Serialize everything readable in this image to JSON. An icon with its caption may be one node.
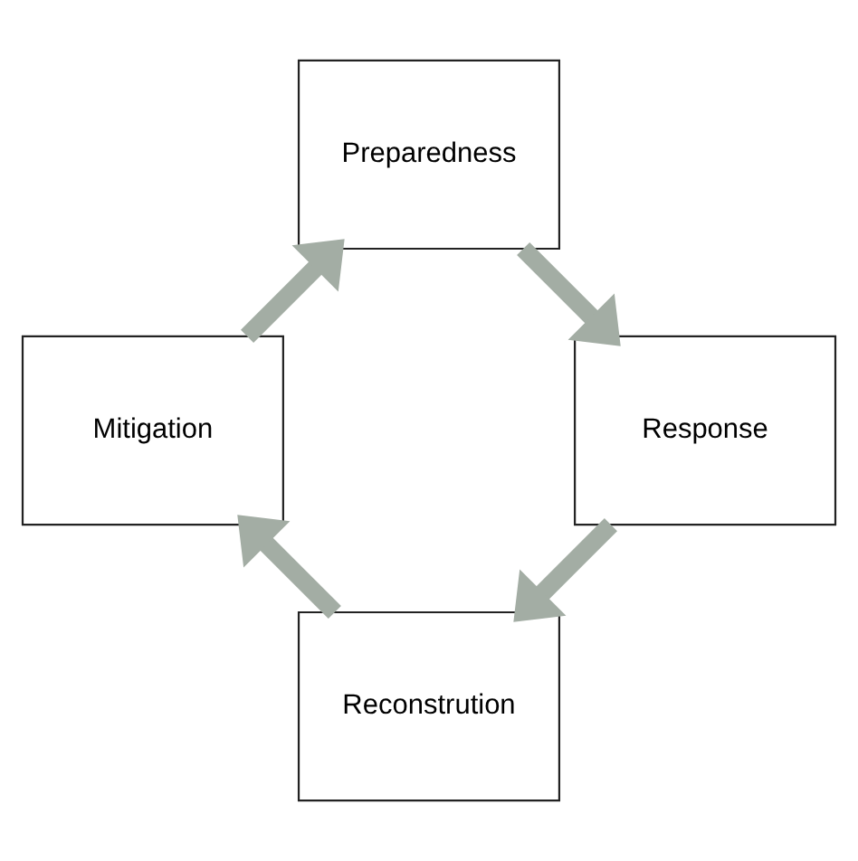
{
  "diagram": {
    "nodes": [
      {
        "text": [
          "Reconstrution"
        ]
      },
      {
        "text": [
          "Mitigation"
        ]
      },
      {
        "text": [
          "Response"
        ]
      },
      {
        "text": [
          "Preparedness"
        ]
      }
    ],
    "edges": [
      {
        "from": 0,
        "to": 1,
        "arrow": "to"
      },
      {
        "from": 1,
        "to": 3,
        "arrow": "to"
      },
      {
        "from": 3,
        "to": 2,
        "arrow": "to"
      },
      {
        "from": 2,
        "to": 0,
        "arrow": "to"
      }
    ]
  }
}
